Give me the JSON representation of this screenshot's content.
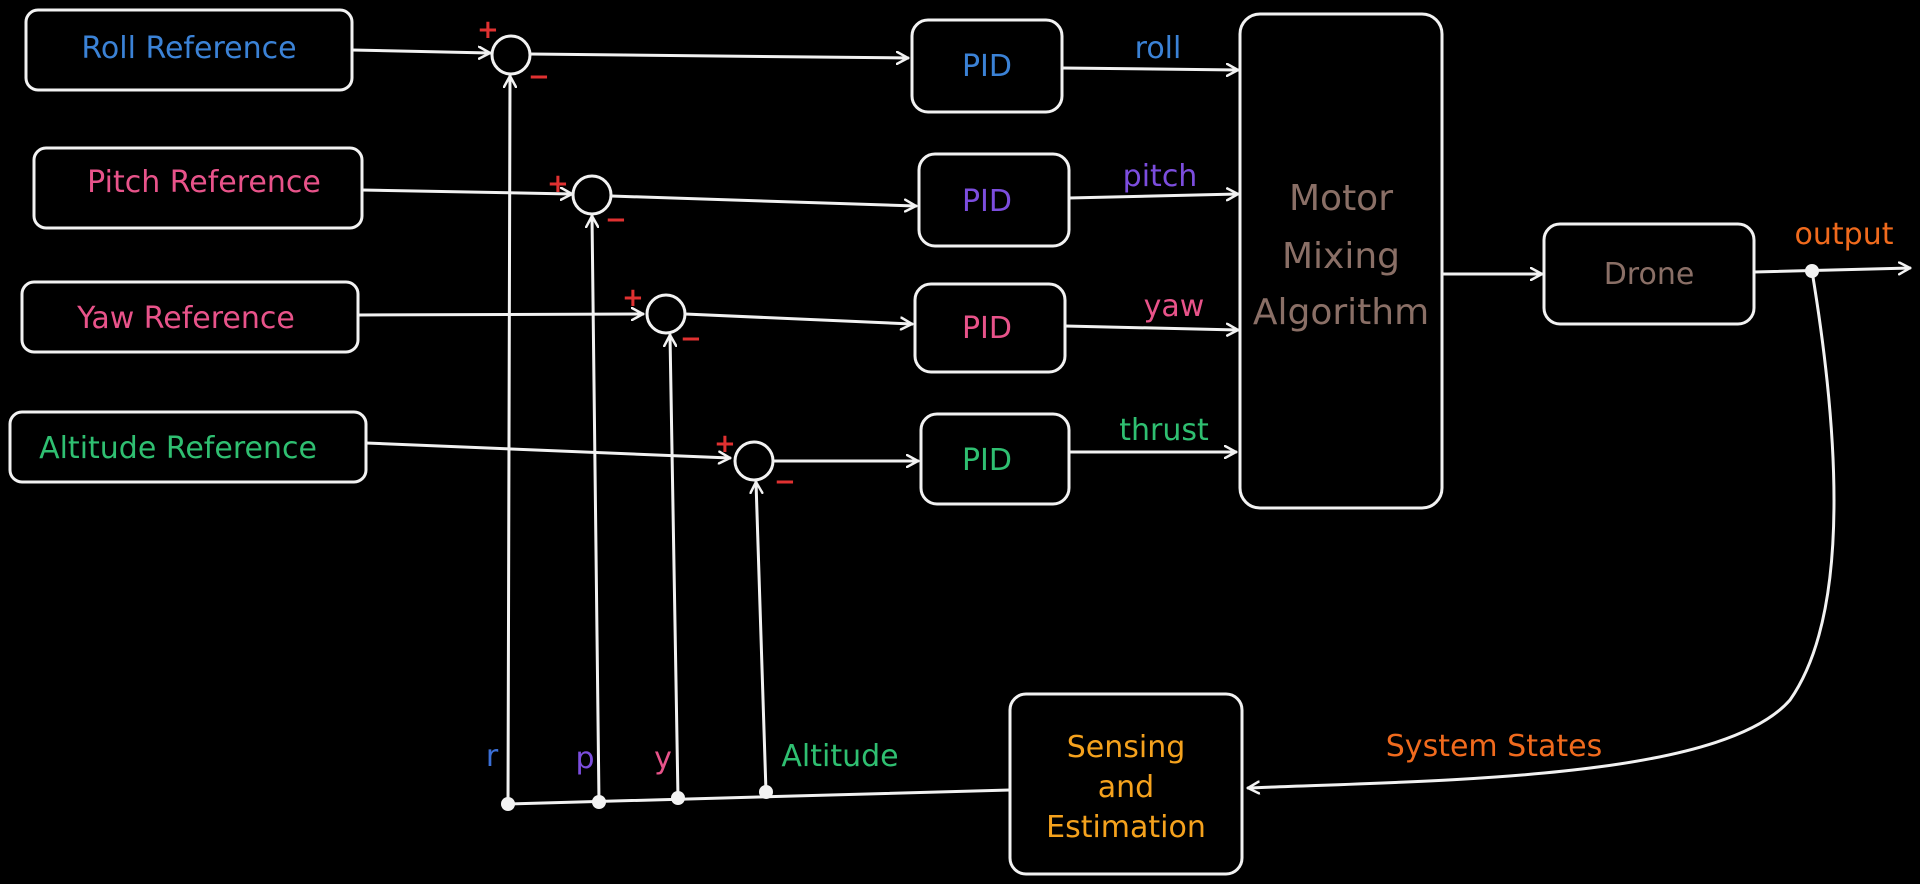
{
  "references": {
    "roll": "Roll Reference",
    "pitch": "Pitch Reference",
    "yaw": "Yaw Reference",
    "altitude": "Altitude Reference"
  },
  "controllers": {
    "roll": "PID",
    "pitch": "PID",
    "yaw": "PID",
    "altitude": "PID"
  },
  "signals": {
    "roll": "roll",
    "pitch": "pitch",
    "yaw": "yaw",
    "thrust": "thrust",
    "output": "output",
    "system_states": "System States"
  },
  "mixer": {
    "line1": "Motor",
    "line2": "Mixing",
    "line3": "Algorithm"
  },
  "plant": "Drone",
  "estimator": {
    "line1": "Sensing",
    "line2": "and",
    "line3": "Estimation"
  },
  "feedback": {
    "r": "r",
    "p": "p",
    "y": "y",
    "altitude": "Altitude"
  },
  "signs": {
    "plus": "+",
    "minus": "−"
  },
  "colors": {
    "roll": "#3b82d6",
    "pitch": "#e8538a",
    "pitch_pid": "#7c4dde",
    "yaw": "#e8538a",
    "altitude": "#2fbf71",
    "mixer": "#8a6f66",
    "output": "#f06a1d",
    "estimator": "#f5a21d",
    "feedback_r": "#3b6fd6",
    "feedback_p": "#7c4dde",
    "feedback_y": "#e8538a"
  }
}
